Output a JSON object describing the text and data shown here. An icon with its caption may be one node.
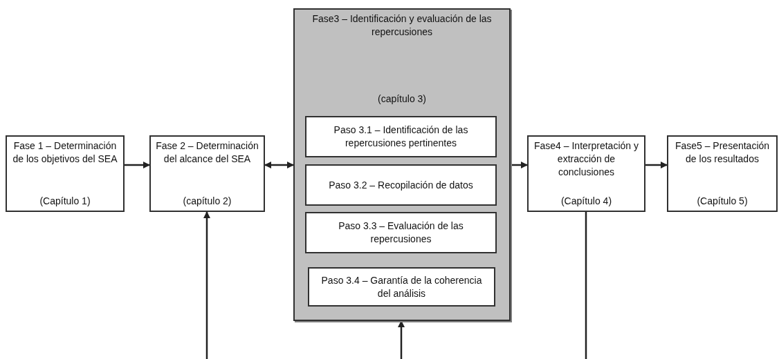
{
  "diagram": {
    "nodes": [
      {
        "text": [
          "Fase 1 – Determinación de los objetivos del SEA",
          "(Capítulo 1)"
        ]
      },
      {
        "text": [
          "Fase 2 – Determinación del alcance del SEA",
          "(capítulo 2)"
        ]
      },
      {
        "text": [
          "Fase3 – Identificación y evaluación de las repercusiones",
          "(capítulo 3)"
        ]
      },
      {
        "text": [
          "Paso 3.1 – Identificación de las repercusiones pertinentes"
        ],
        "in": 2
      },
      {
        "text": [
          "Paso 3.2 – Recopilación de datos"
        ],
        "in": 2
      },
      {
        "text": [
          "Paso 3.3 – Evaluación de las repercusiones"
        ],
        "in": 2
      },
      {
        "text": [
          "Paso 3.4 – Garantía de la coherencia del análisis"
        ],
        "in": 2
      },
      {
        "text": [
          "Fase4 – Interpretación y extracción de conclusiones",
          "(Capítulo 4)"
        ]
      },
      {
        "text": [
          "Fase5 – Presentación de los resultados",
          "(Capítulo 5)"
        ]
      }
    ],
    "edges": [
      {
        "from": 0,
        "to": 1,
        "arrow": "to"
      },
      {
        "from": 1,
        "to": 2,
        "arrow": "both"
      },
      {
        "from": 2,
        "to": 7,
        "arrow": "to"
      },
      {
        "from": 7,
        "to": 8,
        "arrow": "to"
      },
      {
        "from": null,
        "to": 1,
        "arrow": "to"
      },
      {
        "from": null,
        "to": 2,
        "arrow": "to"
      },
      {
        "from": 7,
        "to": null,
        "arrow": "none"
      }
    ]
  }
}
